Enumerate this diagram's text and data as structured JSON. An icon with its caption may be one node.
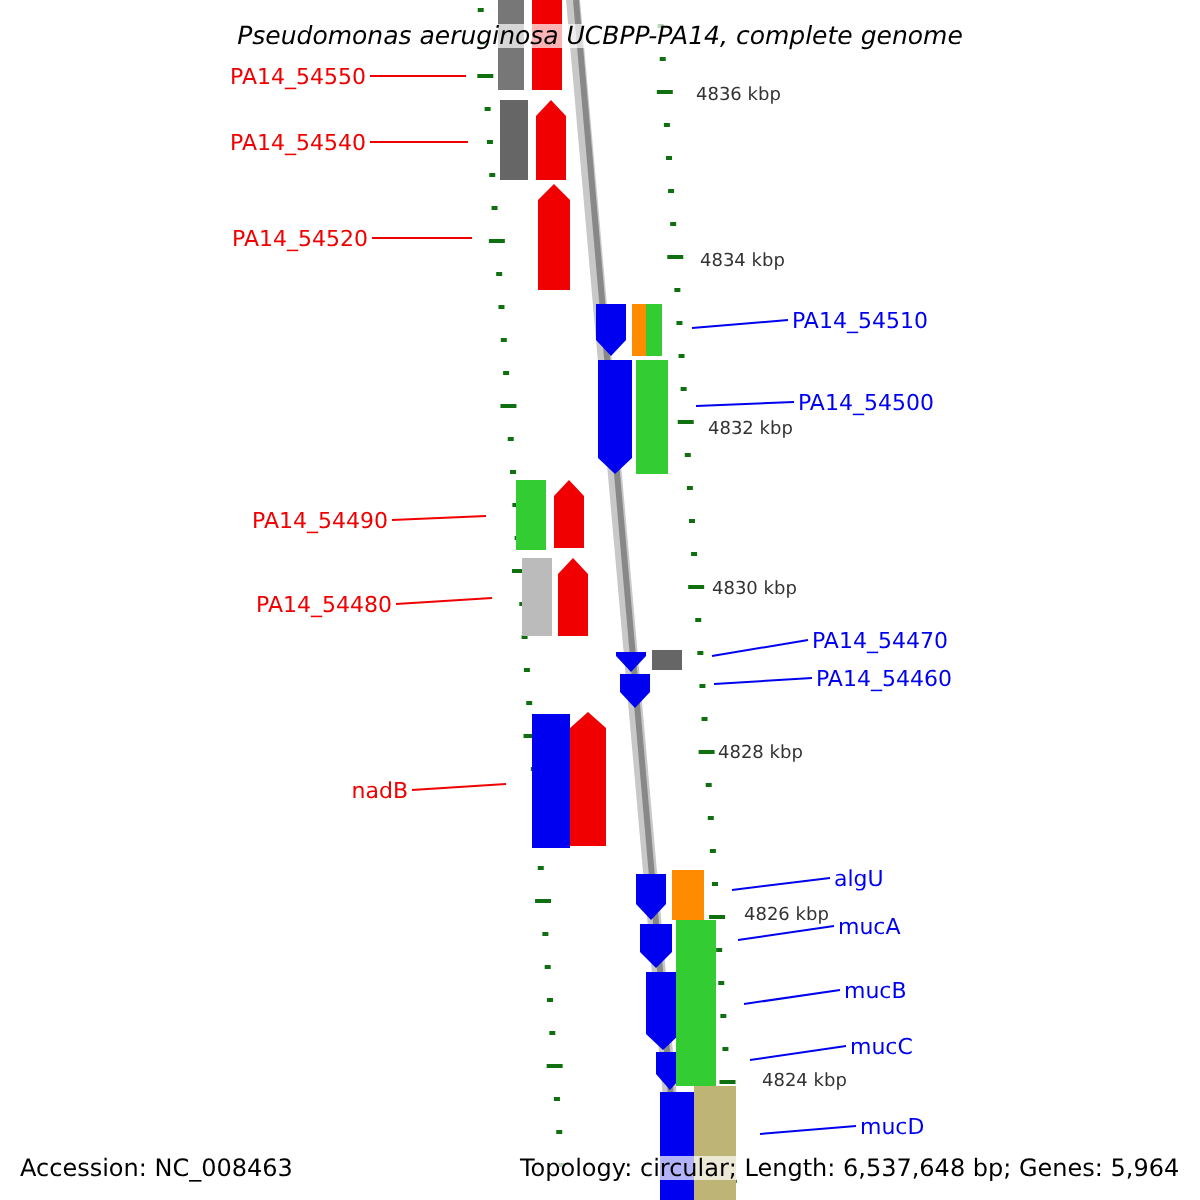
{
  "diagram": {
    "title": "Pseudomonas aeruginosa UCBPP-PA14, complete genome",
    "nodes": [
      {
        "text": [
          "PA14_54550"
        ]
      },
      {
        "text": [
          "PA14_54540"
        ]
      },
      {
        "text": [
          "PA14_54520"
        ]
      },
      {
        "text": [
          "PA14_54510"
        ]
      },
      {
        "text": [
          "PA14_54500"
        ]
      },
      {
        "text": [
          "PA14_54490"
        ]
      },
      {
        "text": [
          "PA14_54480"
        ]
      },
      {
        "text": [
          "PA14_54470"
        ]
      },
      {
        "text": [
          "PA14_54460"
        ]
      },
      {
        "text": [
          "nadB"
        ]
      },
      {
        "text": [
          "algU"
        ]
      },
      {
        "text": [
          "mucA"
        ]
      },
      {
        "text": [
          "mucB"
        ]
      },
      {
        "text": [
          "mucC"
        ]
      },
      {
        "text": [
          "mucD"
        ]
      }
    ],
    "edges": [
      {
        "from": 0,
        "to": null,
        "arrow": "none",
        "color": "#f00000"
      },
      {
        "from": 1,
        "to": null,
        "arrow": "none",
        "color": "#f00000"
      },
      {
        "from": 2,
        "to": null,
        "arrow": "none",
        "color": "#f00000"
      },
      {
        "from": 3,
        "to": null,
        "arrow": "none"
      },
      {
        "from": 4,
        "to": null,
        "arrow": "none"
      },
      {
        "from": 5,
        "to": null,
        "arrow": "none",
        "color": "#f00000"
      },
      {
        "from": 6,
        "to": null,
        "arrow": "none",
        "color": "#f00000"
      },
      {
        "from": 7,
        "to": null,
        "arrow": "none"
      },
      {
        "from": 8,
        "to": null,
        "arrow": "none"
      },
      {
        "from": 9,
        "to": null,
        "arrow": "none",
        "color": "#f00000"
      },
      {
        "from": 10,
        "to": null,
        "arrow": "none"
      },
      {
        "from": 11,
        "to": null,
        "arrow": "none"
      },
      {
        "from": 12,
        "to": null,
        "arrow": "none"
      },
      {
        "from": 13,
        "to": null,
        "arrow": "none"
      },
      {
        "from": 14,
        "to": null,
        "arrow": "none"
      }
    ],
    "labels": [
      "4836 kbp",
      "4834 kbp",
      "4832 kbp",
      "4830 kbp",
      "4828 kbp",
      "4826 kbp",
      "4824 kbp",
      "Accession: NC_008463",
      "Topology: circular; Length: 6,537,648 bp; Genes: 5,964"
    ]
  }
}
